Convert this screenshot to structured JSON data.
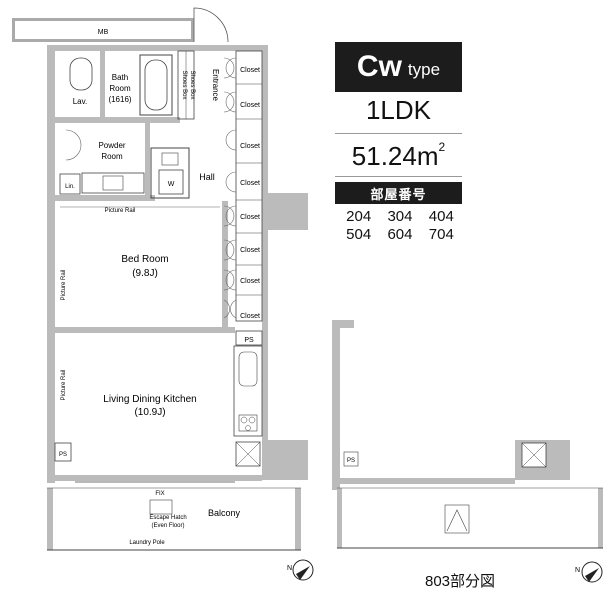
{
  "unit": {
    "type_code": "Cw",
    "type_word": "type",
    "layout": "1LDK",
    "area_value": "51.24m",
    "area_unit_sup": "2",
    "rooms_header": "部屋番号",
    "room_numbers": [
      "204",
      "304",
      "404",
      "504",
      "604",
      "704"
    ]
  },
  "plan_labels": {
    "mb": "MB",
    "lav": "Lav.",
    "bath_line1": "Bath",
    "bath_line2": "Room",
    "bath_line3": "(1616)",
    "shoes_box": "Shoes Box",
    "entrance": "Entrance",
    "closet": "Closet",
    "powder_line1": "Powder",
    "powder_line2": "Room",
    "lin": "Lin.",
    "w": "W",
    "hall": "Hall",
    "picture_rail": "Picture Rail",
    "bed_line1": "Bed Room",
    "bed_line2": "(9.8J)",
    "ps": "PS",
    "ldk_line1": "Living Dining Kitchen",
    "ldk_line2": "(10.9J)",
    "fix": "FIX",
    "escape_line1": "Escape Hatch",
    "escape_line2": "(Even Floor)",
    "balcony": "Balcony",
    "laundry_pole": "Laundry Pole",
    "compass_n": "N"
  },
  "partial_caption": "803部分図"
}
